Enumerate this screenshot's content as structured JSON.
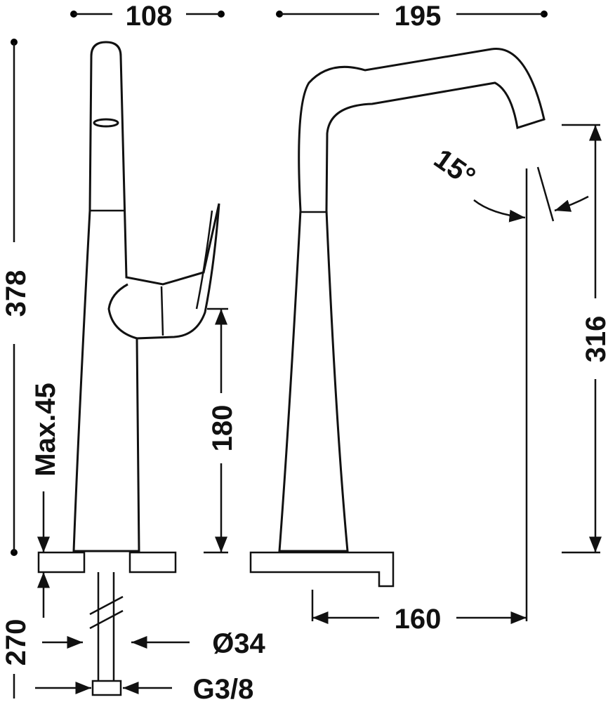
{
  "title": "Faucet technical drawing",
  "dimensions": {
    "handle_width": "108",
    "spout_reach": "195",
    "total_height": "378",
    "spout_height": "316",
    "swivel_angle": "15°",
    "deck_thickness": "Max.45",
    "handle_height": "180",
    "hose_length": "270",
    "spout_projection": "160",
    "hole_diameter": "Ø34",
    "connection": "G3/8"
  }
}
